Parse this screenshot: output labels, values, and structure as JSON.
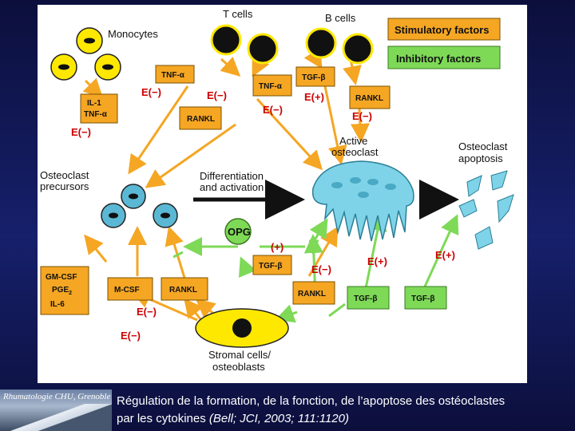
{
  "cells": {
    "t_cells": "T cells",
    "b_cells": "B cells",
    "monocytes": "Monocytes",
    "precursors_1": "Osteoclast",
    "precursors_2": "precursors",
    "diff_1": "Differentiation",
    "diff_2": "and activation",
    "active_1": "Active",
    "active_2": "osteoclast",
    "apoptosis_1": "Osteoclast",
    "apoptosis_2": "apoptosis",
    "stromal_1": "Stromal cells/",
    "stromal_2": "osteoblasts"
  },
  "legend": {
    "stimulatory": "Stimulatory factors",
    "inhibitory": "Inhibitory factors",
    "stimulatory_color": "#f5a623",
    "inhibitory_color": "#7ed957"
  },
  "factors": {
    "tnf_mono": "TNF-α",
    "il1_1": "IL-1",
    "il1_2": "TNF-α",
    "tnf_t": "TNF-α",
    "rankl_t": "RANKL",
    "tgf_b": "TGF-β",
    "rankl_b": "RANKL",
    "opg": "OPG",
    "tgf_mid": "TGF-β",
    "gmcsf_1": "GM-CSF",
    "gmcsf_2": "PGE",
    "gmcsf_2_sub": "2",
    "gmcsf_3": "IL-6",
    "mcsf": "M-CSF",
    "rankl_s1": "RANKL",
    "rankl_s2": "RANKL",
    "tgf_s1": "TGF-β",
    "tgf_s2": "TGF-β"
  },
  "effects": {
    "e_minus": "E(−)",
    "e_plus": "E(+)",
    "plus": "(+)"
  },
  "footer": {
    "logo": "Rhumatologie CHU, Grenoble",
    "caption_line1": "Régulation de la formation, de la fonction, de l’apoptose des ostéoclastes",
    "caption_line2": "par les cytokines",
    "citation": "(Bell; JCI, 2003; 111:1120)"
  }
}
